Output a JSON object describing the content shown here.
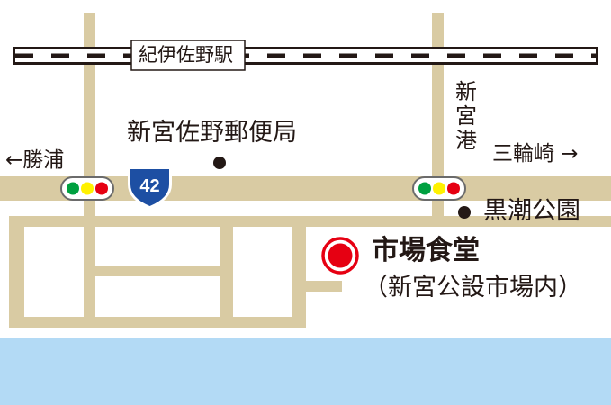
{
  "map": {
    "station": "紀伊佐野駅",
    "post_office": "新宮佐野郵便局",
    "left_direction": "←勝浦",
    "right_direction": "三輪崎 →",
    "vertical_label": "新宮港",
    "park": "黒潮公園",
    "route_number": "42",
    "destination_name": "市場食堂",
    "destination_note": "（新宮公設市場内）"
  },
  "colors": {
    "road": "#d9cba3",
    "sea": "#b3daf5",
    "railway": "#231815",
    "marker": "#e60012",
    "route_shield": "#1d4fa3",
    "signal_green": "#00a040",
    "signal_yellow": "#fff100",
    "signal_red": "#e60012"
  }
}
